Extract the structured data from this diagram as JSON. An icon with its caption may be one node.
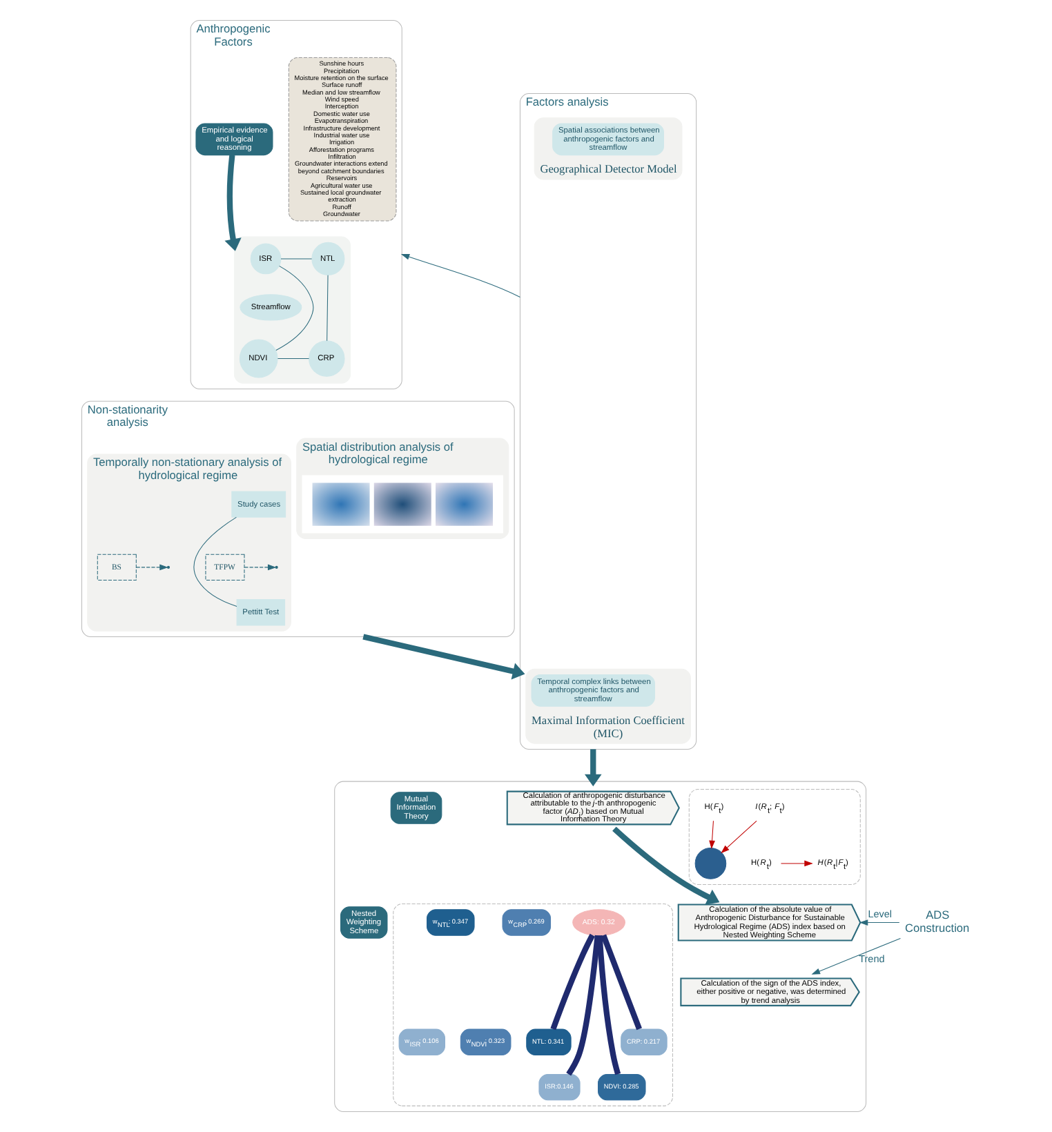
{
  "diagram": {
    "nodes": [
      {
        "text": [
          "Anthropogenic Factors"
        ]
      },
      {
        "text": [
          "Sunshine hours",
          "Precipitation",
          "Moisture retention on the surface",
          "Surface runoff",
          "Median and low streamflow",
          "Wind speed",
          "Interception",
          "Domestic water use",
          "Evapotranspiration",
          "Infrastructure development",
          "Industrial water use",
          "Irrigation",
          "Afforestation programs",
          "Infiltration",
          "Groundwater interactions extend beyond catchment boundaries",
          "Reservoirs",
          "Agricultural water use",
          "Sustained local groundwater extraction",
          "Runoff",
          "Groundwater"
        ],
        "in": 0
      },
      {
        "text": [
          "Empirical evidence and logical reasoning"
        ],
        "in": 0
      },
      {
        "text": [],
        "shape": "box",
        "in": 0
      },
      {
        "text": [
          "ISR"
        ],
        "in": 3
      },
      {
        "text": [
          "NTL"
        ],
        "in": 3
      },
      {
        "text": [
          "Streamflow"
        ],
        "in": 3
      },
      {
        "text": [
          "NDVI"
        ],
        "in": 3
      },
      {
        "text": [
          "CRP"
        ],
        "in": 3
      },
      {
        "text": [
          "Non-stationarity analysis"
        ]
      },
      {
        "text": [
          "Temporally non-stationary analysis of hydrological regime"
        ],
        "in": 9
      },
      {
        "text": [
          "Study cases"
        ],
        "in": 10
      },
      {
        "text": [
          "TFPW"
        ],
        "in": 10
      },
      {
        "text": [
          "BS"
        ],
        "in": 10
      },
      {
        "text": [
          "Pettitt Test"
        ],
        "in": 10
      },
      {
        "text": [
          "Spatial distribution analysis of hydrological regime"
        ],
        "in": 9
      },
      {
        "text": [],
        "shape": "picture",
        "in": 15
      },
      {
        "text": [
          "Factors analysis"
        ]
      },
      {
        "text": [
          "Maximal Information Coefficient (MIC)"
        ],
        "in": 17
      },
      {
        "text": [
          "Temporal complex links between anthropogenic factors and streamflow"
        ],
        "in": 18
      },
      {
        "text": [
          "Geographical Detector Model"
        ],
        "in": 17
      },
      {
        "text": [
          "Spatial associations between anthropogenic factors and streamflow"
        ],
        "in": 20
      },
      {
        "text": [
          "ADS Construction"
        ]
      },
      {
        "text": [],
        "shape": "box"
      },
      {
        "text": [
          "Calculation of anthropogenic disturbance attributable to the *j*-th anthropogenic factor (*AD*$_{j}$) based on Mutual Information Theory"
        ],
        "in": 23
      },
      {
        "text": [
          "Calculation of the absolute value of Anthropogenic Disturbance for Sustainable Hydrological Regime (ADS) index based on Nested Weighting Scheme"
        ],
        "in": 23
      },
      {
        "text": [
          "Calculation of the sign of the ADS index, either positive or negative, was determined by trend analysis"
        ],
        "in": 23
      },
      {
        "text": [
          "Mutual Information Theory"
        ],
        "in": 23
      },
      {
        "text": [],
        "shape": "box",
        "in": 23
      },
      {
        "text": [
          "*I*(*R*$_{t}$; *F*$_{t}$)"
        ],
        "in": 28
      },
      {
        "text": [],
        "shape": "circle",
        "in": 28
      },
      {
        "text": [
          "*H*(*R*$_{t}$|*F*$_{t}$)"
        ],
        "in": 28
      },
      {
        "text": [
          "H(*R*$_{t}$)"
        ],
        "in": 28
      },
      {
        "text": [
          "H(*F*$_{t}$)"
        ],
        "in": 28
      },
      {
        "text": [
          "Nested Weighting Scheme"
        ],
        "in": 23
      },
      {
        "text": [],
        "shape": "box",
        "in": 23
      },
      {
        "text": [
          "ADS: 0.32"
        ],
        "in": 35
      },
      {
        "text": [
          "w$_{CRP}$: 0.269"
        ],
        "in": 35
      },
      {
        "text": [
          "w$_{NTL}$: 0.347"
        ],
        "in": 35
      },
      {
        "text": [
          "CRP: 0.217"
        ],
        "in": 35
      },
      {
        "text": [
          "NTL: 0.341"
        ],
        "in": 35
      },
      {
        "text": [
          "w$_{NDVI}$: 0.323"
        ],
        "in": 35
      },
      {
        "text": [
          "w$_{ISR}$: 0.106"
        ],
        "in": 35
      },
      {
        "text": [
          "NDVI: 0.285"
        ],
        "in": 35
      },
      {
        "text": [
          "ISR:0.146"
        ],
        "in": 35
      }
    ],
    "edges": [
      {
        "from": 2,
        "to": 3,
        "arrow": "to",
        "style": "thick"
      },
      {
        "from": 4,
        "to": 5,
        "arrow": "none"
      },
      {
        "from": 5,
        "to": 8,
        "arrow": "none"
      },
      {
        "from": 8,
        "to": 7,
        "arrow": "none"
      },
      {
        "from": 7,
        "to": 4,
        "arrow": "none"
      },
      {
        "from": 11,
        "to": 14,
        "arrow": "none"
      },
      {
        "from": 12,
        "to": null,
        "arrow": "to",
        "style": "dashed"
      },
      {
        "from": 13,
        "to": null,
        "arrow": "to",
        "style": "dashed"
      },
      {
        "from": 9,
        "to": 17,
        "arrow": "to",
        "style": "thick"
      },
      {
        "from": 17,
        "to": 0,
        "arrow": "to"
      },
      {
        "from": 17,
        "to": 23,
        "arrow": "to",
        "style": "thick"
      },
      {
        "from": 24,
        "to": 25,
        "arrow": "to",
        "style": "thick"
      },
      {
        "from": 22,
        "to": 25,
        "arrow": "to",
        "label": "Level"
      },
      {
        "from": 22,
        "to": 26,
        "arrow": "to",
        "label": "Trend"
      },
      {
        "from": 29,
        "to": 30,
        "arrow": "to",
        "color": "#c00000"
      },
      {
        "from": 32,
        "to": 31,
        "arrow": "to",
        "color": "#c00000"
      },
      {
        "from": 33,
        "to": 30,
        "arrow": "to",
        "color": "#c00000"
      },
      {
        "from": 36,
        "to": 40,
        "arrow": "none",
        "style": "thick",
        "color": "#1f2a6e"
      },
      {
        "from": 36,
        "to": 39,
        "arrow": "none",
        "style": "thick",
        "color": "#1f2a6e"
      },
      {
        "from": 36,
        "to": 43,
        "arrow": "none",
        "style": "thick",
        "color": "#1f2a6e"
      },
      {
        "from": 36,
        "to": 44,
        "arrow": "none",
        "style": "thick",
        "color": "#1f2a6e"
      }
    ]
  }
}
